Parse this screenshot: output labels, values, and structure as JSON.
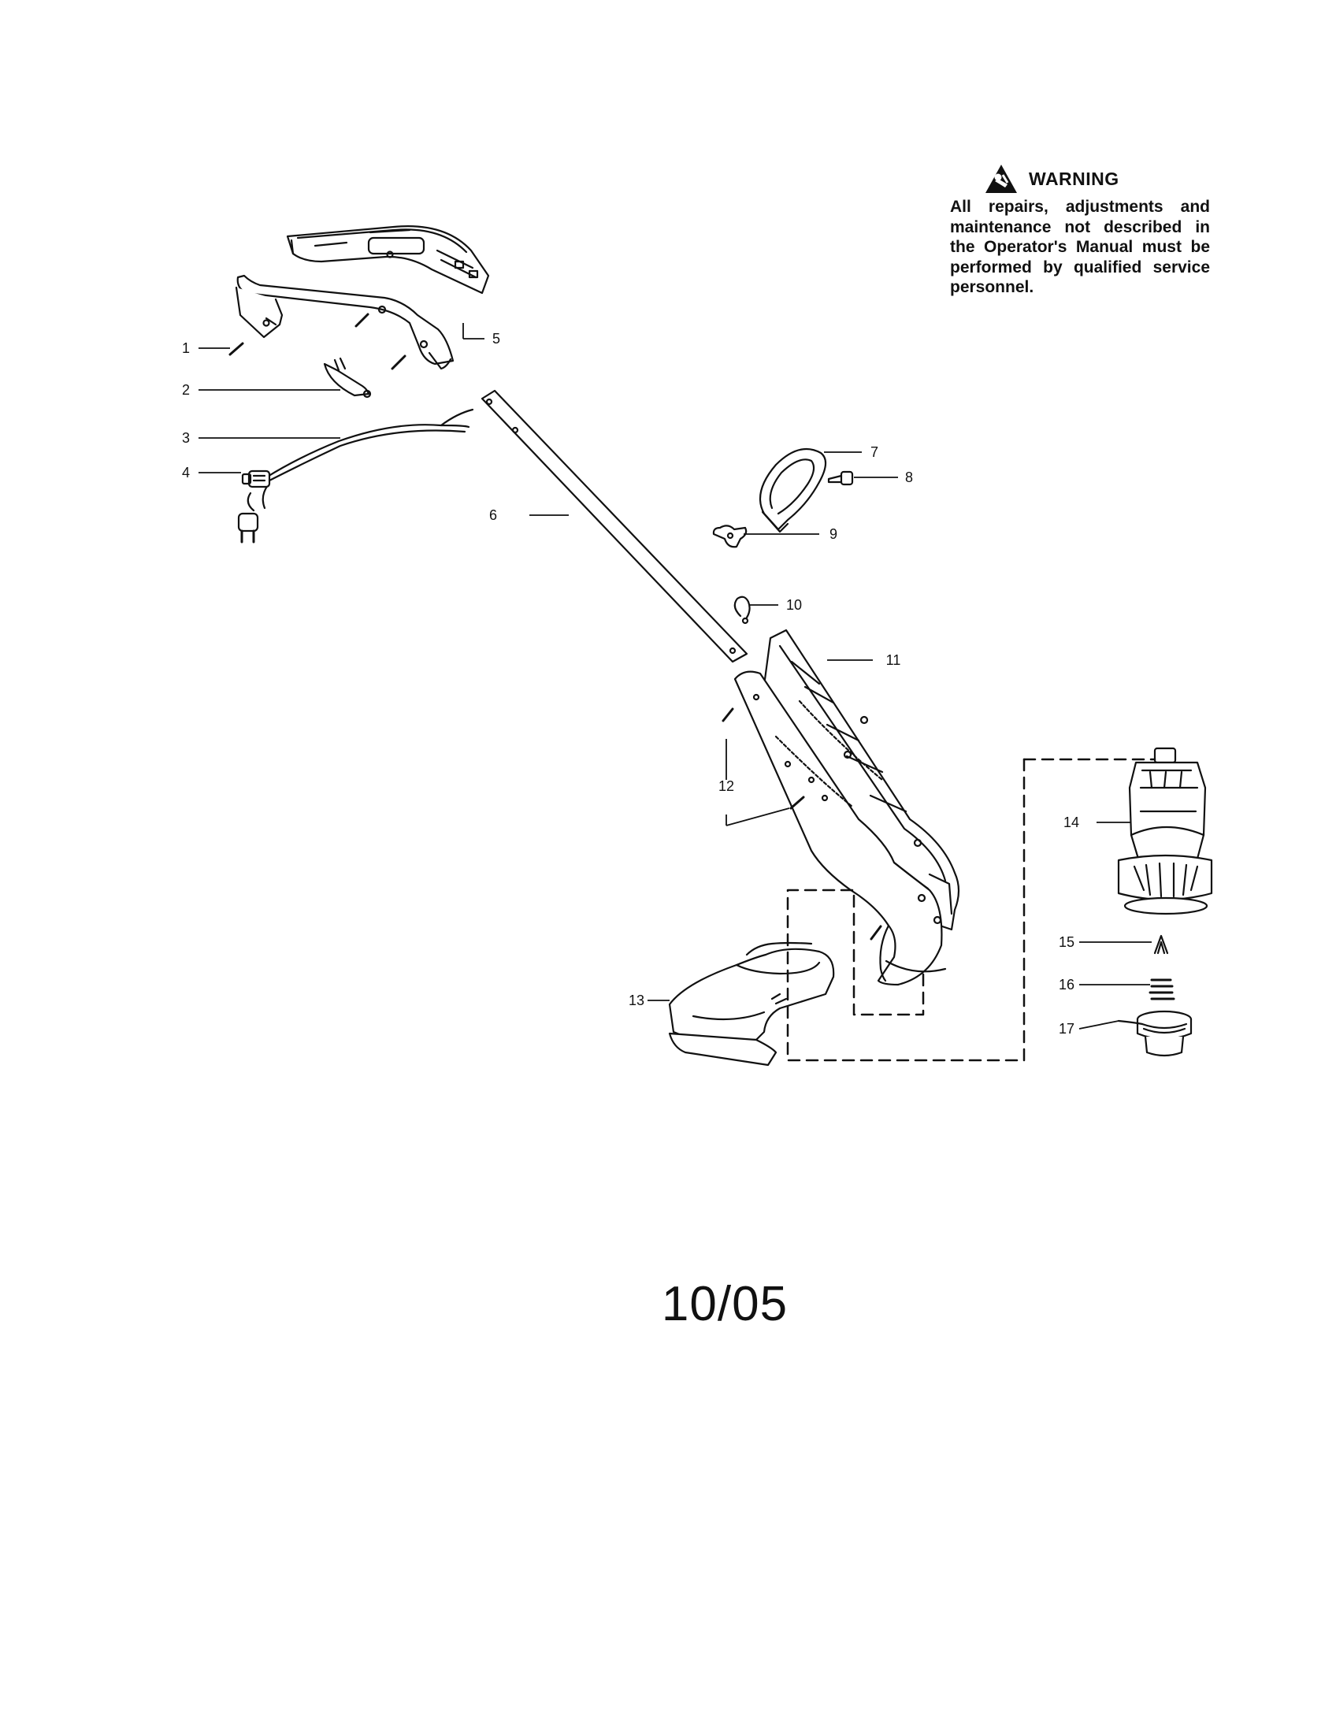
{
  "warning": {
    "icon": "warning-triangle-icon",
    "title": "WARNING",
    "text": "All repairs, adjustments and maintenance not described in the Operator's Manual must be performed by qualified service personnel."
  },
  "parts": [
    {
      "number": "1"
    },
    {
      "number": "2"
    },
    {
      "number": "3"
    },
    {
      "number": "4"
    },
    {
      "number": "5"
    },
    {
      "number": "6"
    },
    {
      "number": "7"
    },
    {
      "number": "8"
    },
    {
      "number": "9"
    },
    {
      "number": "10"
    },
    {
      "number": "11"
    },
    {
      "number": "12"
    },
    {
      "number": "13"
    },
    {
      "number": "14"
    },
    {
      "number": "15"
    },
    {
      "number": "16"
    },
    {
      "number": "17"
    }
  ],
  "date_code": "10/05"
}
